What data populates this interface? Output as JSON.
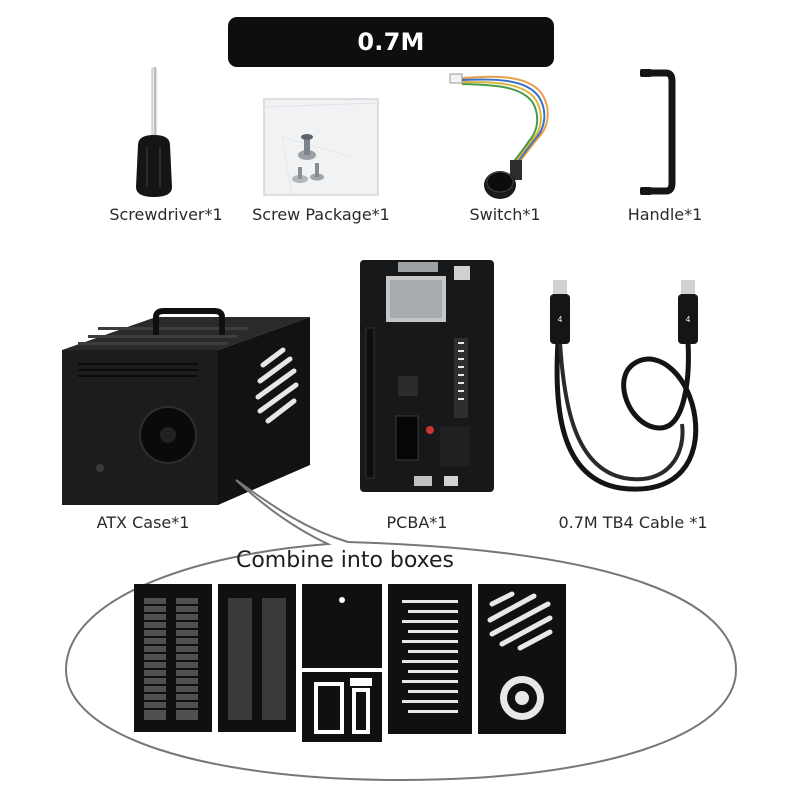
{
  "header": {
    "title": "0.7M Cable+PCBA+Case"
  },
  "items": [
    {
      "id": "screwdriver",
      "label": "Screwdriver*1",
      "icon": "screwdriver-icon"
    },
    {
      "id": "screw-package",
      "label": "Screw Package*1",
      "icon": "screw-package-icon"
    },
    {
      "id": "switch",
      "label": "Switch*1",
      "icon": "power-switch-icon"
    },
    {
      "id": "handle",
      "label": "Handle*1",
      "icon": "handle-icon"
    },
    {
      "id": "atx-case",
      "label": "ATX Case*1",
      "icon": "atx-case-icon"
    },
    {
      "id": "pcba",
      "label": "PCBA*1",
      "icon": "pcba-board-icon"
    },
    {
      "id": "tb4-cable",
      "label": "0.7M TB4 Cable *1",
      "icon": "tb4-cable-icon"
    }
  ],
  "combine": {
    "title": "Combine into boxes"
  },
  "colors": {
    "pill_bg": "#0e0e0e",
    "pill_text": "#ffffff",
    "product_black": "#1a1a1a",
    "bubble_outline": "#777777"
  }
}
